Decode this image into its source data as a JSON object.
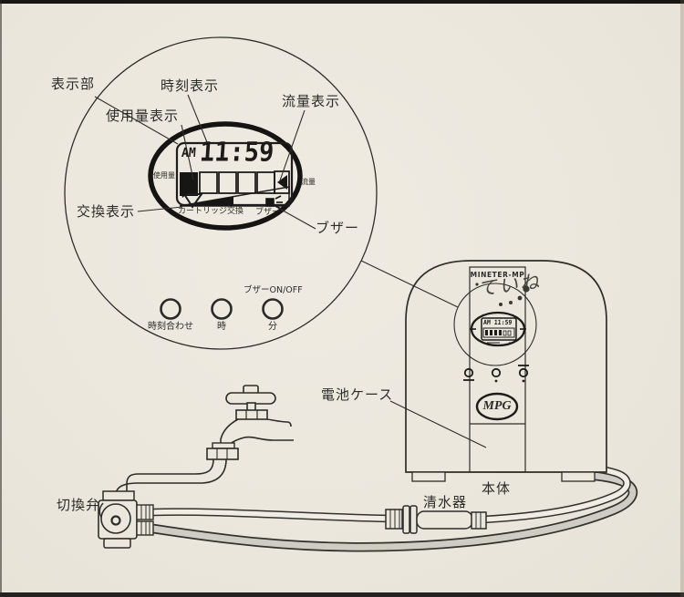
{
  "magnifier": {
    "labels": {
      "display_section": "表示部",
      "time_display": "時刻表示",
      "usage_display": "使用量表示",
      "flow_display": "流量表示",
      "replace_display": "交換表示",
      "buzzer": "ブザー"
    },
    "lcd": {
      "am": "AM",
      "time": "11:59",
      "usage": "使用量",
      "flow": "流量",
      "cartridge_exchange": "カートリッジ交換",
      "buzzer": "ブザー"
    },
    "buttons": {
      "buzzer_onoff": "ブザーON/OFF",
      "time_set": "時刻合わせ",
      "hour": "時",
      "minute": "分"
    }
  },
  "device": {
    "brand": "MINETER-MP",
    "handwritten_note": "ていね",
    "lcd_time": "AM 11:59",
    "logo": "MPG",
    "battery_case_label": "電池ケース",
    "main_body_label": "本体"
  },
  "plumbing": {
    "switch_valve_label": "切換弁",
    "purifier_label": "清水器"
  },
  "colors": {
    "paper": "#ebe7dd",
    "ink": "#2e2d2a",
    "hose_gray": "#cfccc4"
  }
}
